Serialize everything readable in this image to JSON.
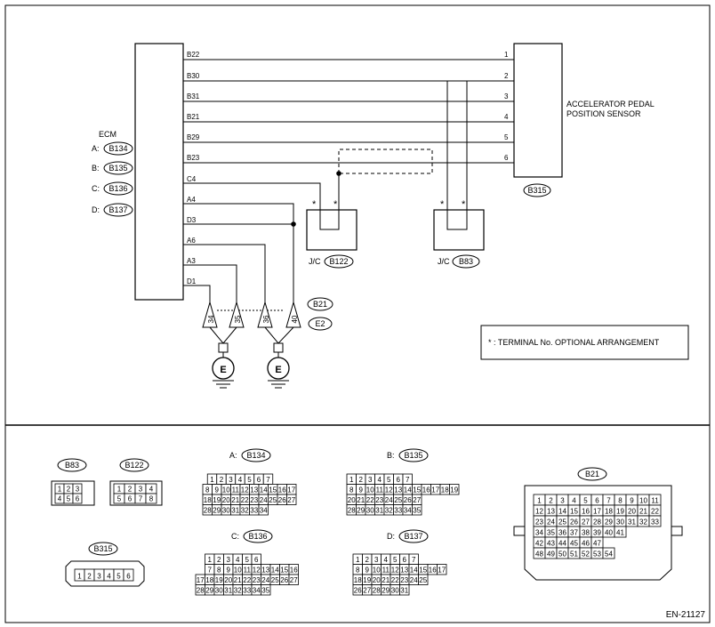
{
  "ecm": {
    "title": "ECM",
    "connectors": [
      {
        "prefix": "A:",
        "code": "B134"
      },
      {
        "prefix": "B:",
        "code": "B135"
      },
      {
        "prefix": "C:",
        "code": "B136"
      },
      {
        "prefix": "D:",
        "code": "B137"
      }
    ],
    "pins": [
      "B22",
      "B30",
      "B31",
      "B21",
      "B29",
      "B23",
      "C4",
      "A4",
      "D3",
      "A6",
      "A3",
      "D1"
    ]
  },
  "sensor": {
    "name_line1": "ACCELERATOR PEDAL",
    "name_line2": "POSITION SENSOR",
    "connector": "B315",
    "pins": [
      "1",
      "2",
      "3",
      "4",
      "5",
      "6"
    ]
  },
  "junctions": [
    {
      "prefix": "J/C",
      "code": "B122"
    },
    {
      "prefix": "J/C",
      "code": "B83"
    }
  ],
  "optional_mark": "*",
  "ground_terminals": [
    "34",
    "35",
    "36",
    "40"
  ],
  "ground_connectors": [
    "B21",
    "E2"
  ],
  "ground_symbol": "E",
  "note": "* : TERMINAL No. OPTIONAL ARRANGEMENT",
  "connector_views": {
    "b83": {
      "code": "B83",
      "rows": [
        [
          "1",
          "2",
          "3"
        ],
        [
          "4",
          "5",
          "6"
        ]
      ]
    },
    "b122": {
      "code": "B122",
      "rows": [
        [
          "1",
          "2",
          "3",
          "4"
        ],
        [
          "5",
          "6",
          "7",
          "8"
        ]
      ]
    },
    "b315": {
      "code": "B315",
      "rows": [
        [
          "1",
          "2",
          "3",
          "4",
          "5",
          "6"
        ]
      ]
    },
    "a": {
      "prefix": "A:",
      "code": "B134",
      "rows": [
        [
          "1",
          "2",
          "3",
          "4",
          "5",
          "6",
          "7"
        ],
        [
          "8",
          "9",
          "10",
          "11",
          "12",
          "13",
          "14",
          "15",
          "16",
          "17"
        ],
        [
          "18",
          "19",
          "20",
          "21",
          "22",
          "23",
          "24",
          "25",
          "26",
          "27"
        ],
        [
          "28",
          "29",
          "30",
          "31",
          "32",
          "33",
          "34"
        ]
      ]
    },
    "b": {
      "prefix": "B:",
      "code": "B135",
      "rows": [
        [
          "1",
          "2",
          "3",
          "4",
          "5",
          "6",
          "7"
        ],
        [
          "8",
          "9",
          "10",
          "11",
          "12",
          "13",
          "14",
          "15",
          "16",
          "17",
          "18",
          "19"
        ],
        [
          "20",
          "21",
          "22",
          "23",
          "24",
          "25",
          "26",
          "27"
        ],
        [
          "28",
          "29",
          "30",
          "31",
          "32",
          "33",
          "34",
          "35"
        ]
      ]
    },
    "c": {
      "prefix": "C:",
      "code": "B136",
      "rows": [
        [
          "1",
          "2",
          "3",
          "4",
          "5",
          "6"
        ],
        [
          "7",
          "8",
          "9",
          "10",
          "11",
          "12",
          "13",
          "14",
          "15",
          "16"
        ],
        [
          "17",
          "18",
          "19",
          "20",
          "21",
          "22",
          "23",
          "24",
          "25",
          "26",
          "27"
        ],
        [
          "28",
          "29",
          "30",
          "31",
          "32",
          "33",
          "34",
          "35"
        ]
      ]
    },
    "d": {
      "prefix": "D:",
      "code": "B137",
      "rows": [
        [
          "1",
          "2",
          "3",
          "4",
          "5",
          "6",
          "7"
        ],
        [
          "8",
          "9",
          "10",
          "11",
          "12",
          "13",
          "14",
          "15",
          "16",
          "17"
        ],
        [
          "18",
          "19",
          "20",
          "21",
          "22",
          "23",
          "24",
          "25"
        ],
        [
          "26",
          "27",
          "28",
          "29",
          "30",
          "31"
        ]
      ]
    },
    "b21": {
      "code": "B21",
      "rows": [
        [
          "1",
          "2",
          "3",
          "4",
          "5",
          "6",
          "7",
          "8",
          "9",
          "10",
          "11"
        ],
        [
          "12",
          "13",
          "14",
          "15",
          "16",
          "17",
          "18",
          "19",
          "20",
          "21",
          "22"
        ],
        [
          "23",
          "24",
          "25",
          "26",
          "27",
          "28",
          "29",
          "30",
          "31",
          "32",
          "33"
        ],
        [
          "34",
          "35",
          "36",
          "37",
          "38",
          "39",
          "40",
          "41"
        ],
        [
          "42",
          "43",
          "44",
          "45",
          "46",
          "47"
        ],
        [
          "48",
          "49",
          "50",
          "51",
          "52",
          "53",
          "54"
        ]
      ]
    }
  },
  "figure_code": "EN-21127"
}
